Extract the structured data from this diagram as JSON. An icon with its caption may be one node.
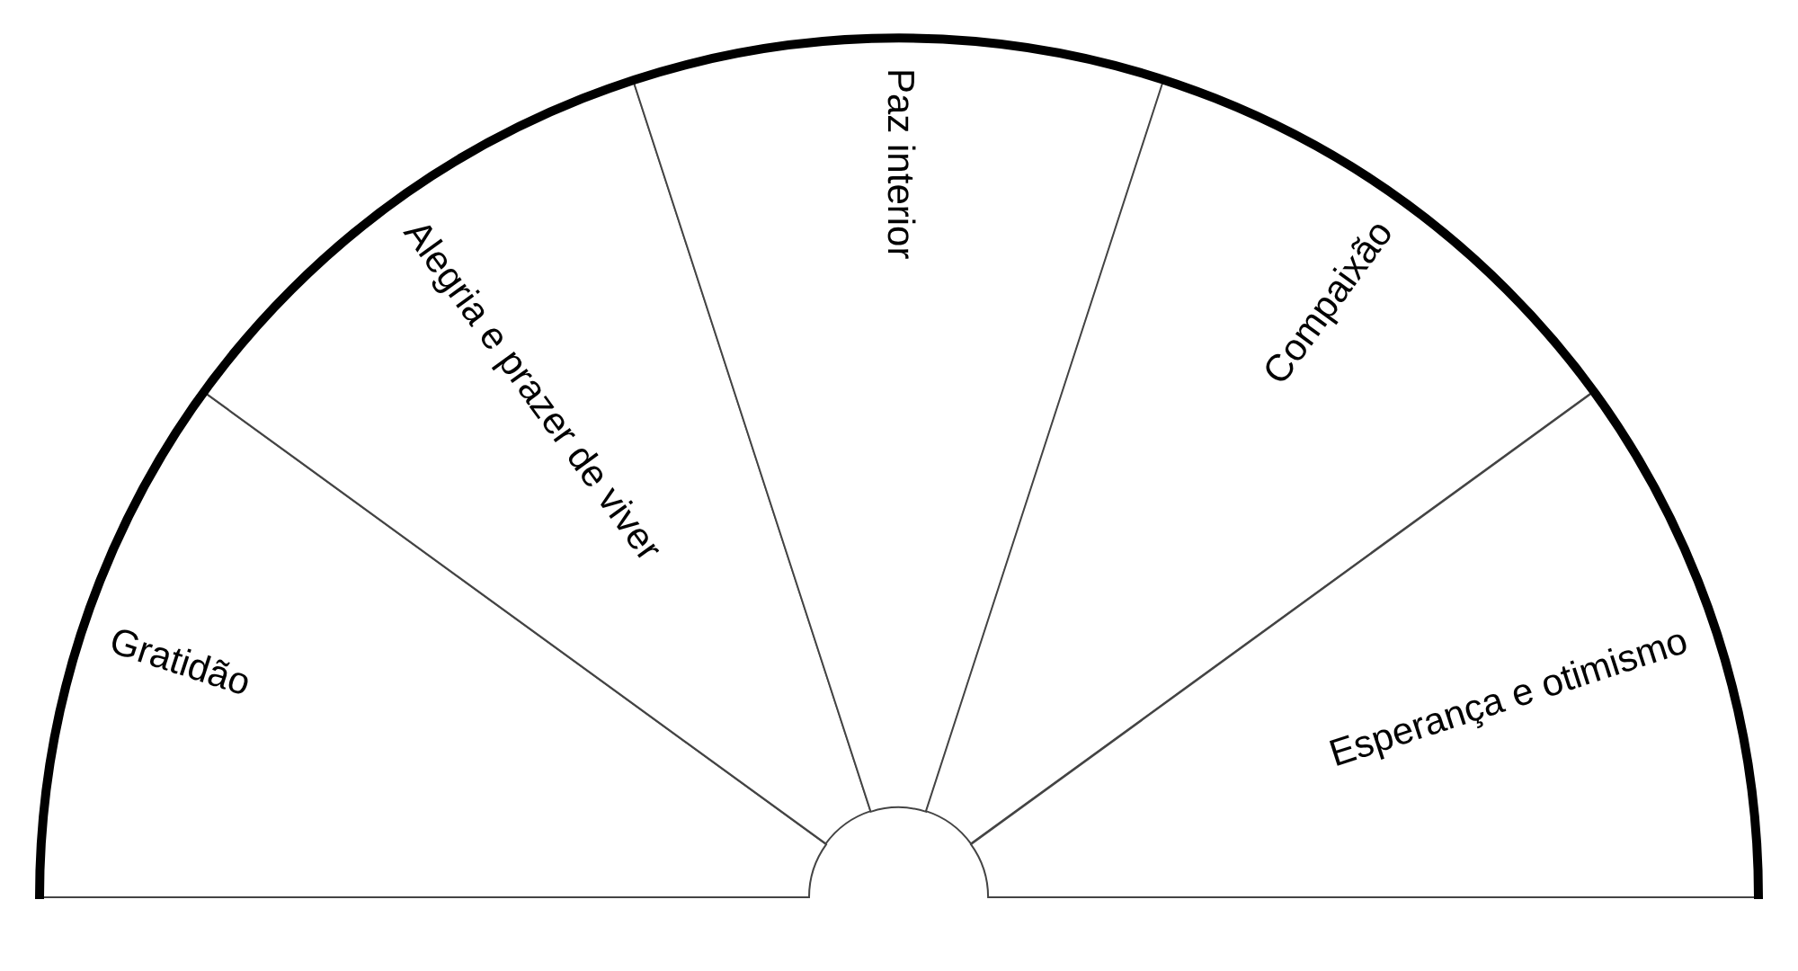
{
  "diagram": {
    "nodes": [
      {
        "text": [
          "Gratidão"
        ]
      },
      {
        "text": [
          "Alegria e prazer de viver"
        ]
      },
      {
        "text": [
          "Paz interior"
        ]
      },
      {
        "text": [
          "Compaixão"
        ]
      },
      {
        "text": [
          "Esperança e otimismo"
        ]
      }
    ]
  }
}
